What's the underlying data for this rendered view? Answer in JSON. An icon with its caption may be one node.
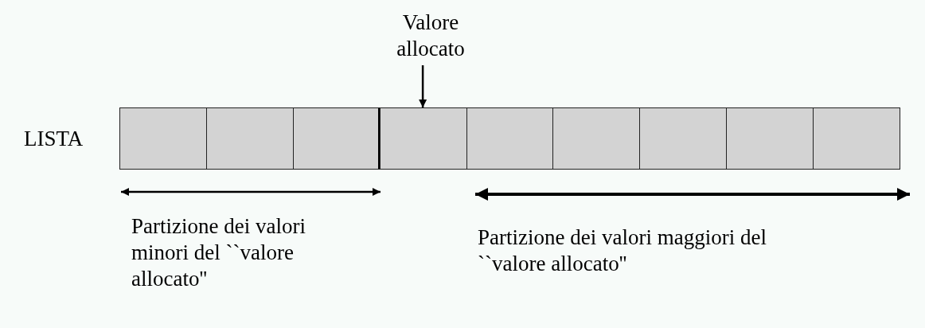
{
  "diagram": {
    "nodes": [
      {
        "text": [
          "Valore allocato"
        ]
      },
      {
        "text": [],
        "shape": "box"
      },
      {
        "text": [],
        "shape": "box"
      },
      {
        "text": [],
        "shape": "box"
      },
      {
        "text": [],
        "shape": "box"
      },
      {
        "text": [],
        "shape": "box"
      },
      {
        "text": [],
        "shape": "box"
      },
      {
        "text": [],
        "shape": "box"
      },
      {
        "text": [],
        "shape": "box"
      },
      {
        "text": [],
        "shape": "box"
      }
    ],
    "edges": [
      {
        "from": 0,
        "to": 4,
        "arrow": "to"
      }
    ],
    "labels": [
      "LISTA",
      "Partizione dei valori minori del ``valore allocato''",
      "Partizione dei valori maggiori del ``valore allocato''"
    ]
  }
}
